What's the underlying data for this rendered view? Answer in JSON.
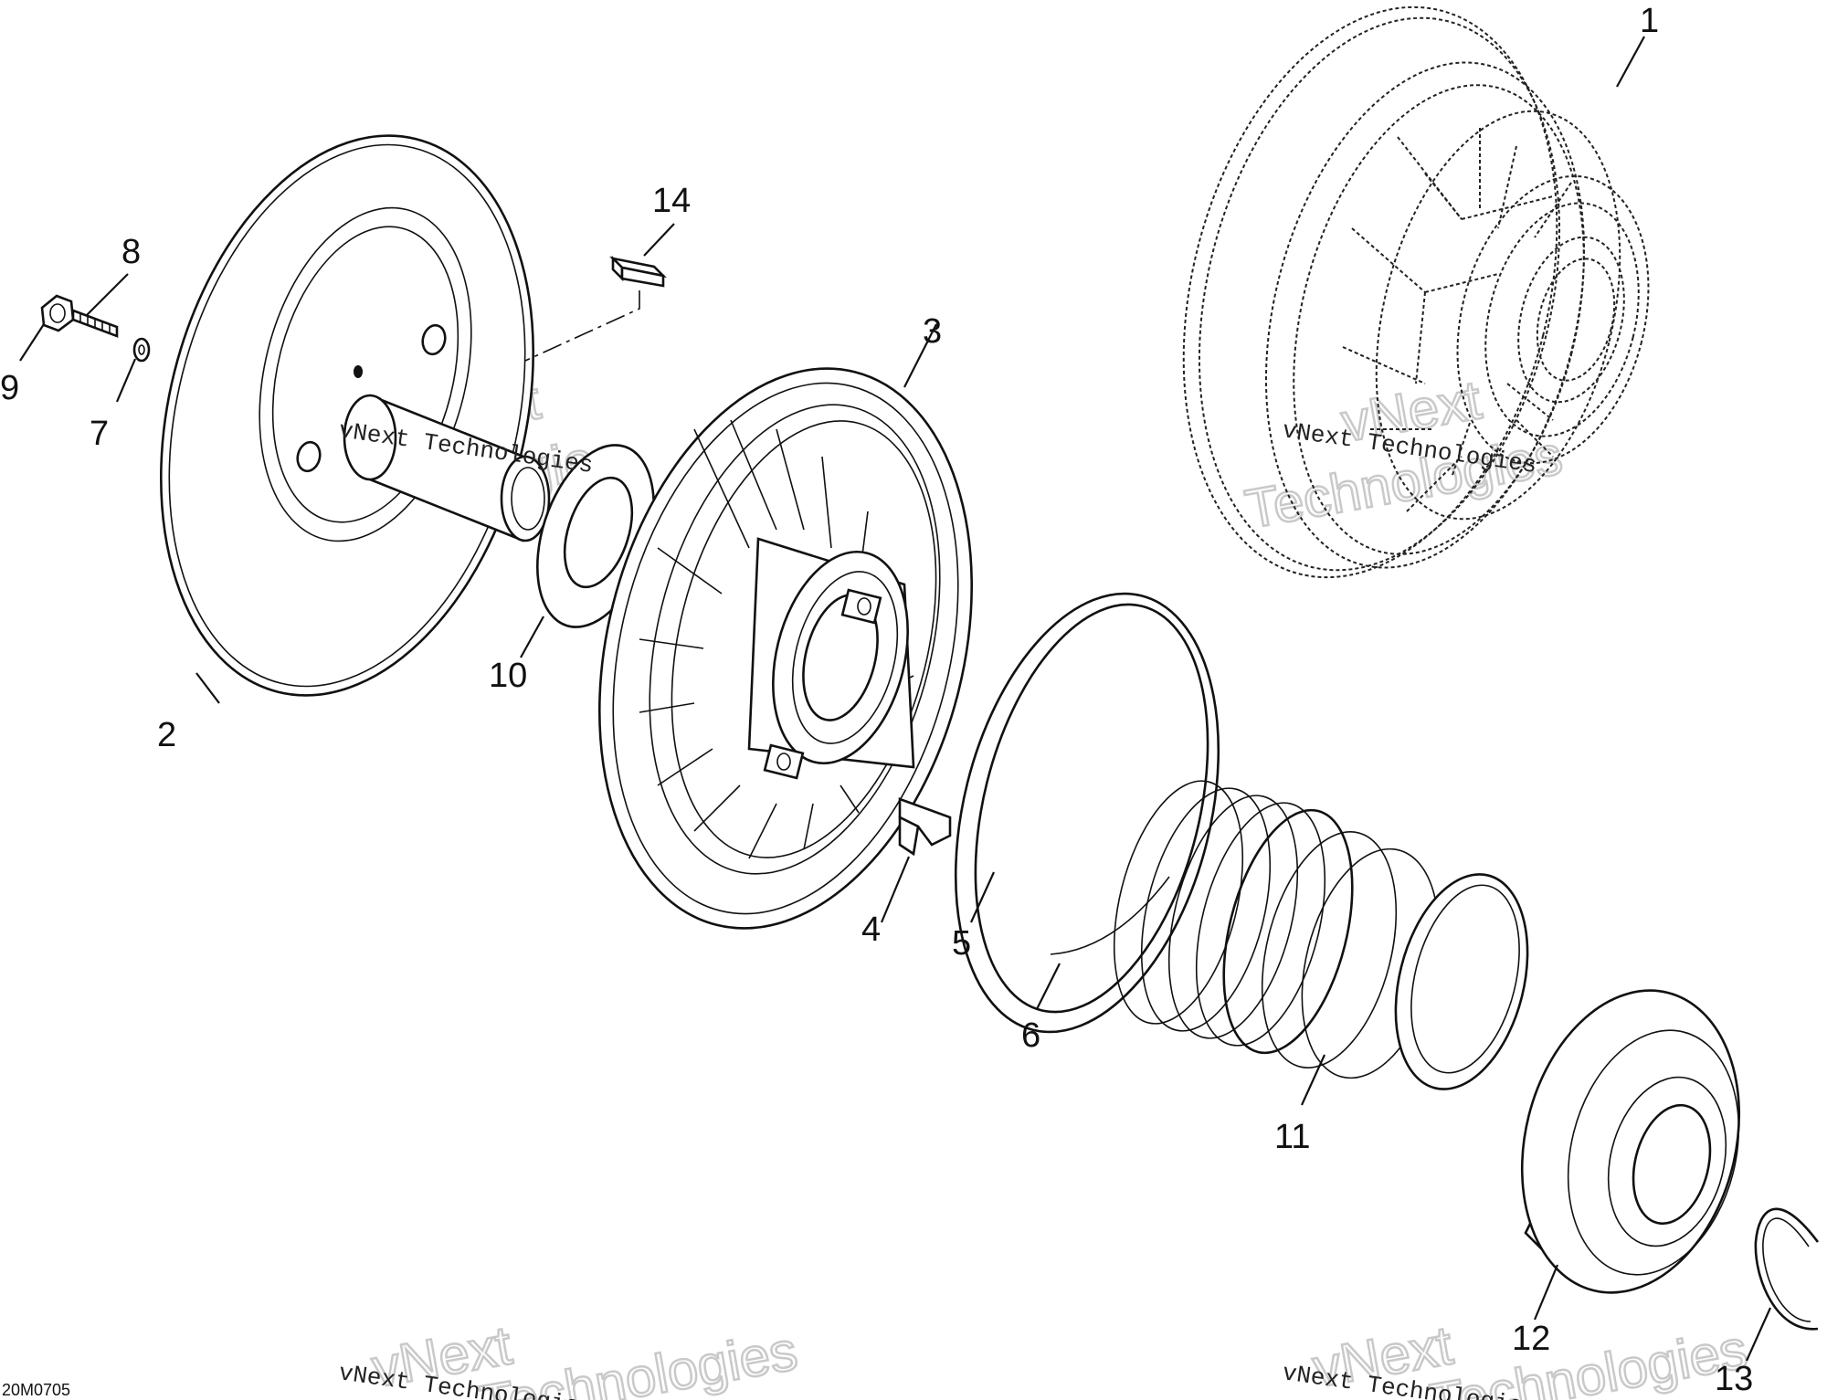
{
  "diagram": {
    "drawing_code": "20M0705",
    "callouts": [
      "1",
      "2",
      "3",
      "4",
      "5",
      "6",
      "7",
      "8",
      "9",
      "10",
      "11",
      "12",
      "13",
      "14"
    ],
    "watermark": {
      "small_text": "vNext Technologies",
      "big_line1": "vNext",
      "big_line2": "Technologies"
    }
  }
}
